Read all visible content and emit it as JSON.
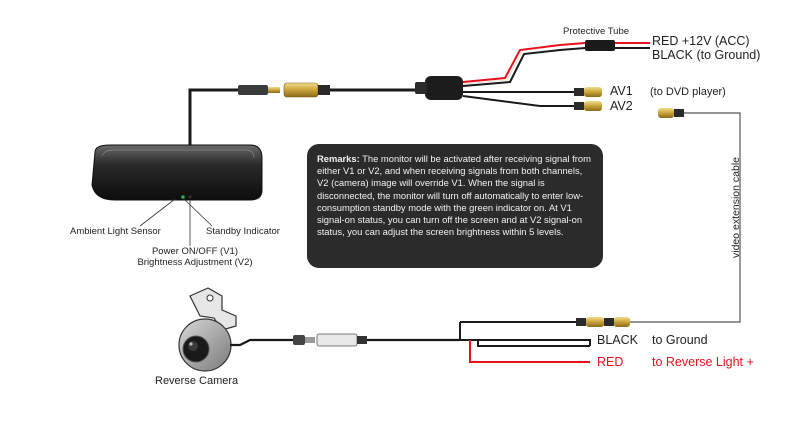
{
  "labels": {
    "protective_tube": "Protective Tube",
    "red_12v": "RED  +12V (ACC)",
    "black_ground_top": "BLACK (to Ground)",
    "av1": "AV1",
    "av2": "AV2",
    "to_dvd": "(to DVD player)",
    "video_cable": "video extension cable",
    "ambient_sensor": "Ambient Light Sensor",
    "standby_indicator": "Standby Indicator",
    "power_line1": "Power ON/OFF (V1)",
    "power_line2": "Brightness Adjustment (V2)",
    "reverse_camera": "Reverse Camera",
    "black_bottom": "BLACK",
    "to_ground_bottom": "to Ground",
    "red_bottom": "RED",
    "to_reverse_light": "to Reverse Light +"
  },
  "remarks": {
    "title": "Remarks:",
    "text": " The monitor will be activated after receiving signal from either V1 or V2, and when receiving signals from both channels, V2 (camera) image will override V1. When the signal is disconnected, the monitor will turn off automatically to enter low-consumption standby mode with the green indicator on. At V1 signal-on status, you can turn off the screen and at V2 signal-on status, you can adjust the screen brightness within 5 levels."
  },
  "colors": {
    "wire_black": "#1a1a1a",
    "wire_red": "#e8101c",
    "connector_gold": "#c9a33a",
    "indicator_green": "#2bb34a"
  }
}
